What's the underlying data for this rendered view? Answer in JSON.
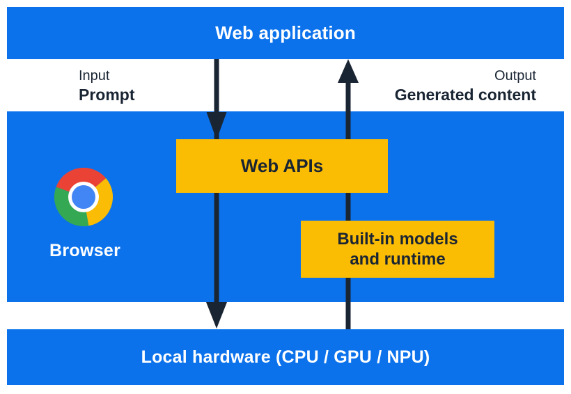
{
  "colors": {
    "blue": "#0b72ec",
    "yellow": "#fbbc04",
    "ink": "#1a2533",
    "white": "#ffffff",
    "chrome_red": "#ea4335",
    "chrome_yellow": "#fbbc05",
    "chrome_green": "#34a853",
    "chrome_blue": "#4285f4"
  },
  "top_bar": {
    "label": "Web application"
  },
  "io_band": {
    "input": {
      "kicker": "Input",
      "label": "Prompt"
    },
    "output": {
      "kicker": "Output",
      "label": "Generated content"
    }
  },
  "browser_section": {
    "browser_label": "Browser",
    "web_apis_label": "Web APIs",
    "builtin_models_line1": "Built-in models",
    "builtin_models_line2": "and runtime"
  },
  "bottom_bar": {
    "label": "Local hardware (CPU / GPU / NPU)"
  }
}
